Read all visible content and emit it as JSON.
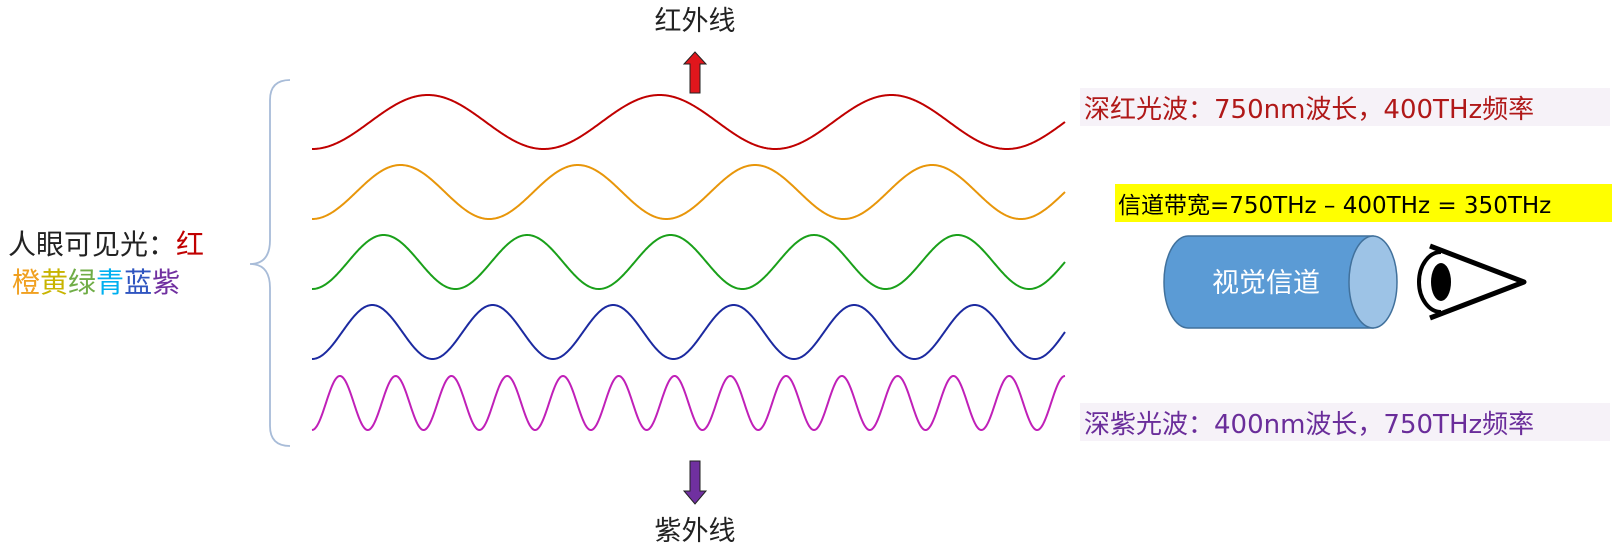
{
  "top_arrow": {
    "label": "红外线",
    "color": "#e0161c"
  },
  "bottom_arrow": {
    "label": "紫外线",
    "color": "#7030a0"
  },
  "visible_light": {
    "prefix": "人眼可见光：",
    "colors": [
      {
        "char": "红",
        "color": "#c00000"
      },
      {
        "char": "橙",
        "color": "#f0a020"
      },
      {
        "char": "黄",
        "color": "#c8b400"
      },
      {
        "char": "绿",
        "color": "#70ad47"
      },
      {
        "char": "青",
        "color": "#00b0f0"
      },
      {
        "char": "蓝",
        "color": "#2f55c0"
      },
      {
        "char": "紫",
        "color": "#7030a0"
      }
    ],
    "brace_color": "#a8bcd8"
  },
  "waves": [
    {
      "name": "red-wave",
      "color": "#c00000",
      "cycles": 3.25
    },
    {
      "name": "orange-wave",
      "color": "#e8960a",
      "cycles": 4.25
    },
    {
      "name": "green-wave",
      "color": "#1aa01a",
      "cycles": 5.25
    },
    {
      "name": "blue-wave",
      "color": "#1c2aa0",
      "cycles": 6.25
    },
    {
      "name": "violet-wave",
      "color": "#c020b8",
      "cycles": 13.5
    }
  ],
  "deep_red_label": {
    "text": "深红光波：750nm波长，400THz频率",
    "color": "#b01818",
    "background": "#f6f2f8"
  },
  "deep_violet_label": {
    "text": "深紫光波：400nm波长，750THz频率",
    "color": "#6a2d9a",
    "background": "#f6f2f8"
  },
  "bandwidth": {
    "text": "信道带宽=750THz – 400THz = 350THz",
    "background": "#ffff00",
    "color": "#000000"
  },
  "channel": {
    "label": "视觉信道",
    "body_color": "#5b9bd5",
    "end_color": "#9dc3e6",
    "outline_color": "#41719c"
  }
}
